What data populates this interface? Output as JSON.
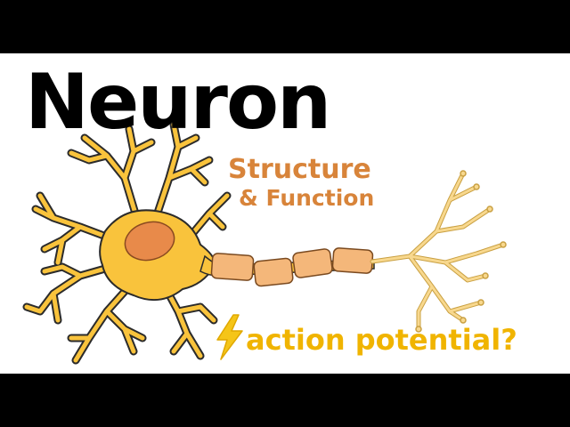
{
  "title": "Neuron",
  "subtitle": {
    "line1": "Structure",
    "line2": "& Function"
  },
  "caption": "action potential?",
  "icons": {
    "bolt": "lightning-bolt-icon"
  },
  "colors": {
    "background": "#ffffff",
    "frame": "#000000",
    "title": "#000000",
    "subtitle": "#d8843a",
    "caption": "#f0b400",
    "neuron_fill": "#f9c33c",
    "neuron_outline": "#2b2b2b",
    "nucleus": "#e88a4a",
    "axon_terminal": "#f8d88e",
    "myelin": "#f4b77a",
    "bolt": "#f5c518"
  }
}
